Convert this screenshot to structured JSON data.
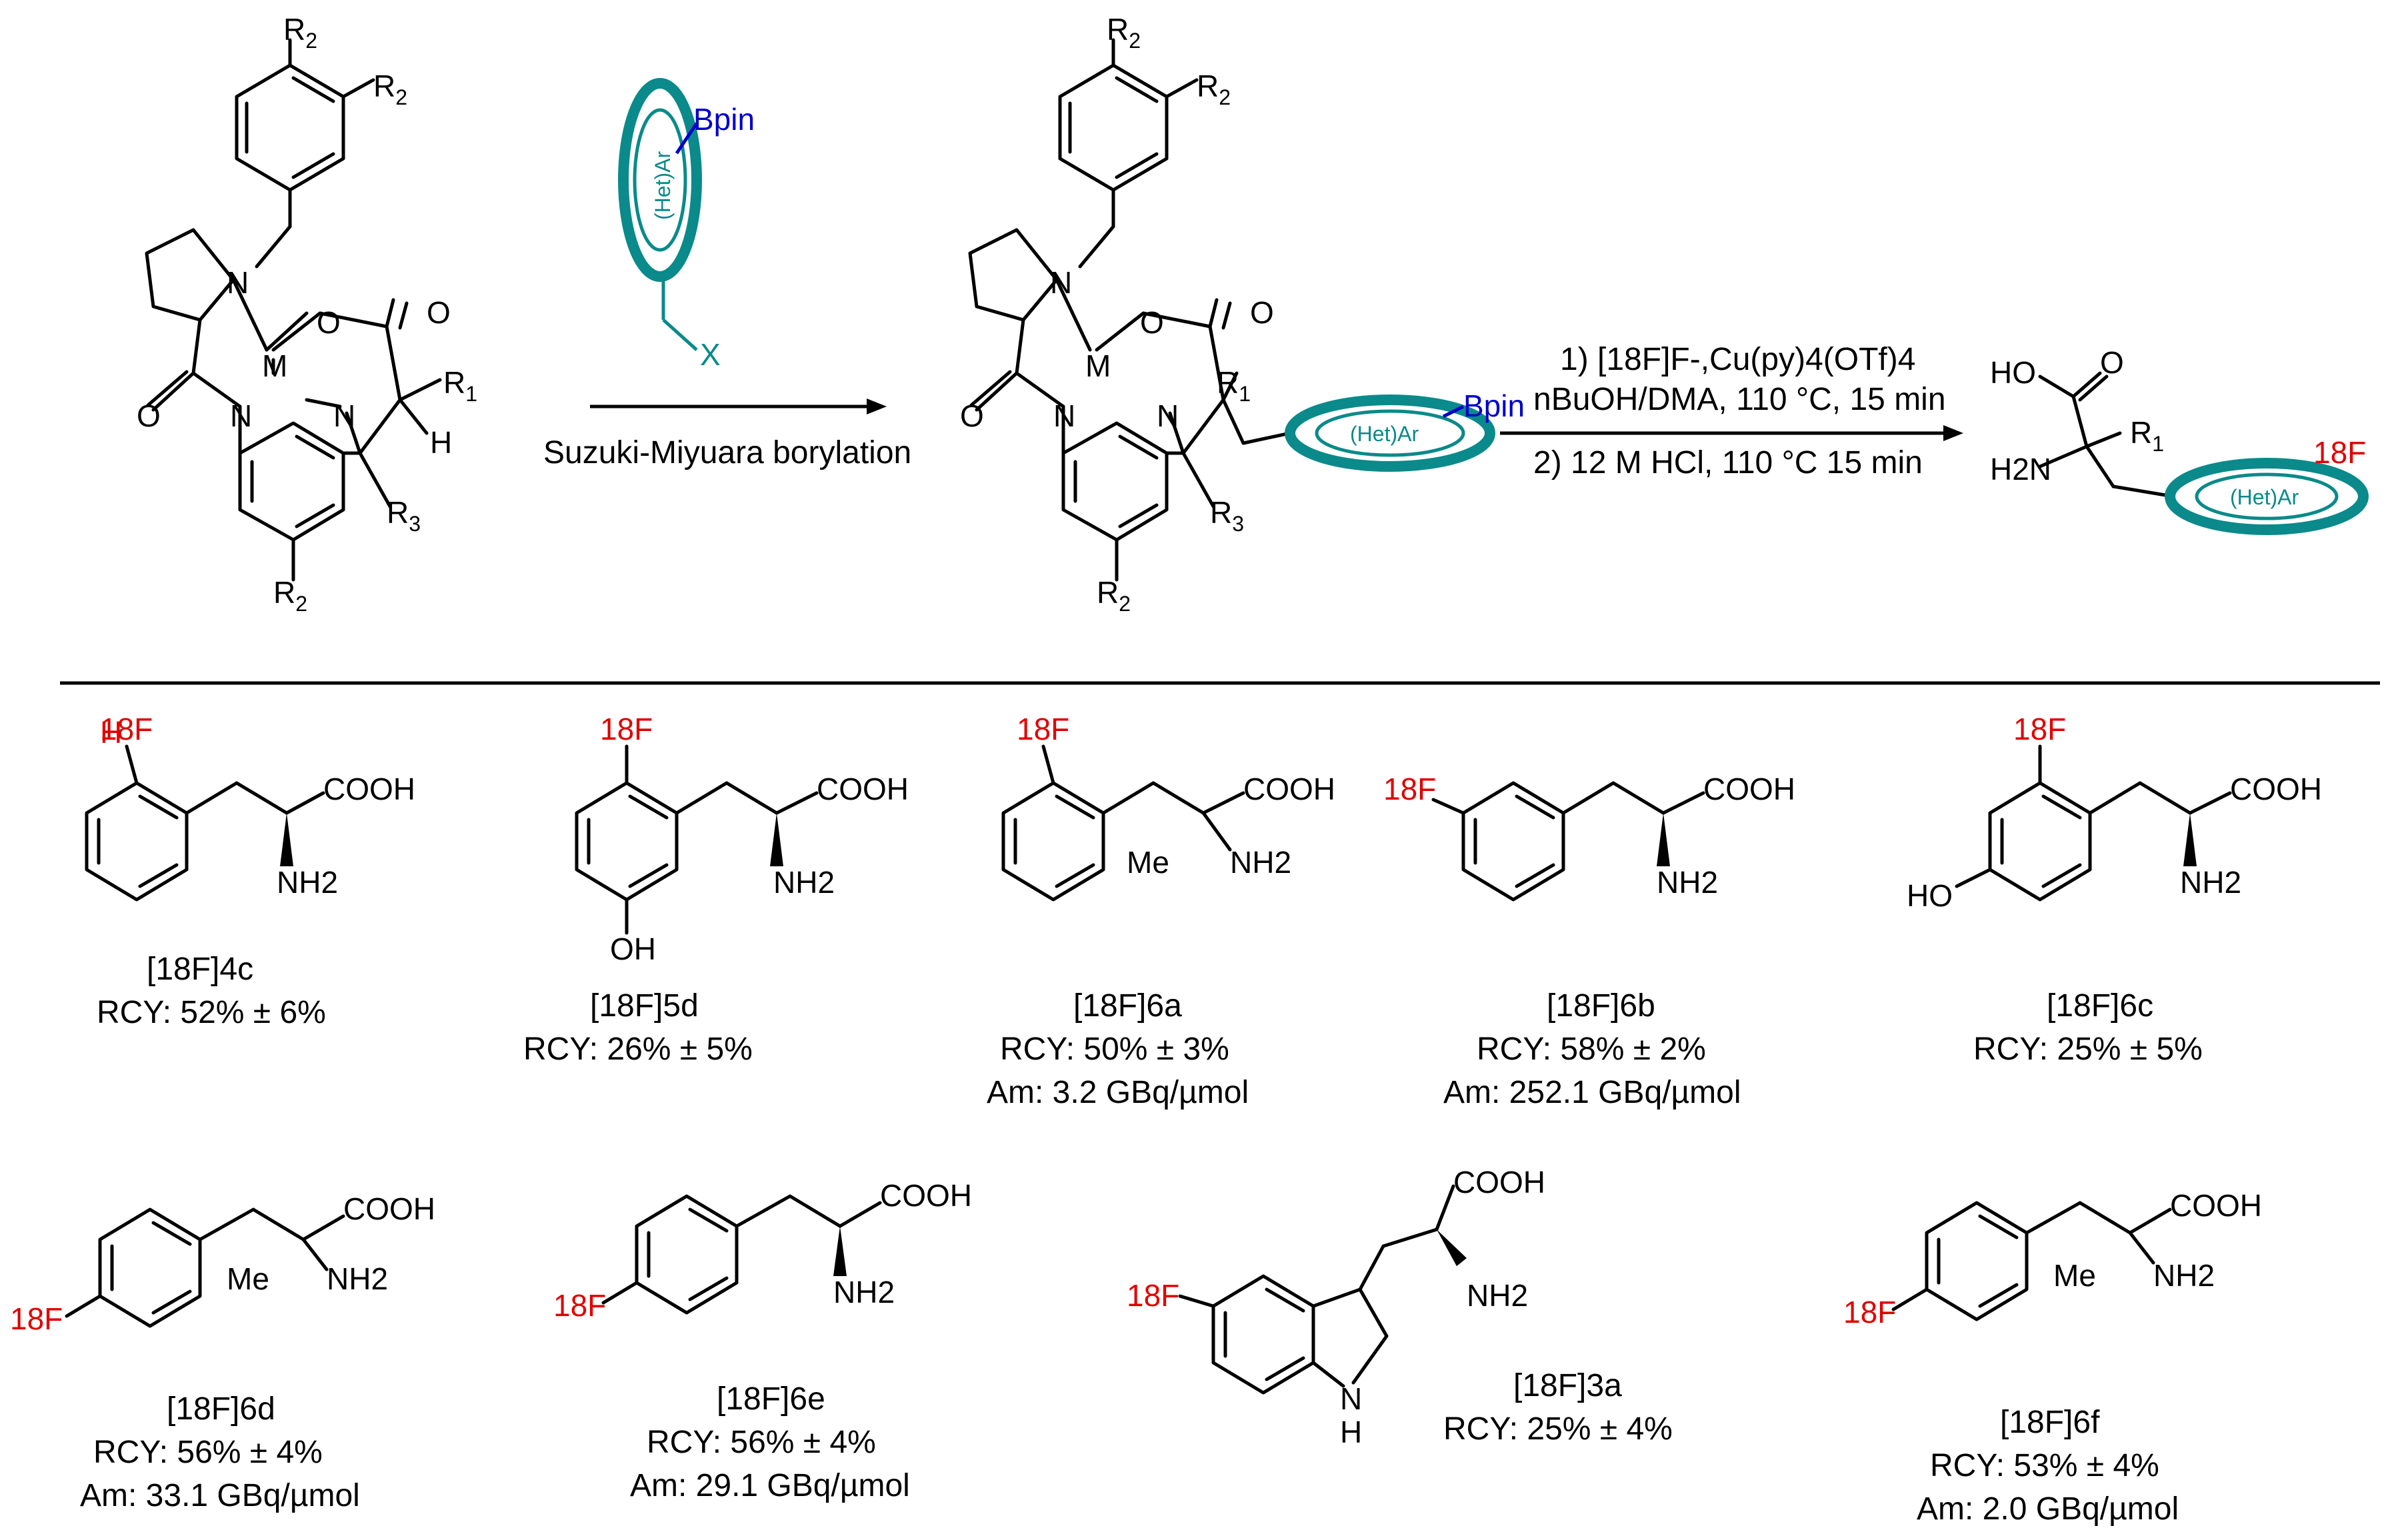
{
  "scheme": {
    "substituents": {
      "r1": "R",
      "r2": "R",
      "r3": "R",
      "r_sub1": "1",
      "r_sub2": "2",
      "r_sub3": "3"
    },
    "atoms": {
      "n": "N",
      "m": "M",
      "o": "O",
      "h": "H",
      "x": "X"
    },
    "boron": "Bpin",
    "hetar": "(Het)Ar",
    "step1_label": "Suzuki-Miyuara borylation",
    "step2_line1": "1) [18F]F-,Cu(py)4(OTf)4",
    "step2_line2": "nBuOH/DMA, 110 °C, 15 min",
    "step2_line3": "2) 12 M HCl, 110 °C 15 min",
    "product_groups": {
      "ho": "HO",
      "h2n": "H2N",
      "f18": "18F"
    }
  },
  "compounds": [
    {
      "id": "4c",
      "label": "[18F]4c",
      "rcy": "RCY: 52% ± 6%",
      "am": ""
    },
    {
      "id": "5d",
      "label": "[18F]5d",
      "rcy": "RCY: 26% ± 5%",
      "am": ""
    },
    {
      "id": "6a",
      "label": "[18F]6a",
      "rcy": "RCY: 50% ± 3%",
      "am": "Am: 3.2 GBq/µmol"
    },
    {
      "id": "6b",
      "label": "[18F]6b",
      "rcy": "RCY: 58% ± 2%",
      "am": "Am: 252.1 GBq/µmol"
    },
    {
      "id": "6c",
      "label": "[18F]6c",
      "rcy": "RCY: 25% ± 5%",
      "am": ""
    },
    {
      "id": "6d",
      "label": "[18F]6d",
      "rcy": "RCY: 56% ± 4%",
      "am": "Am: 33.1 GBq/µmol"
    },
    {
      "id": "6e",
      "label": "[18F]6e",
      "rcy": "RCY: 56% ± 4%",
      "am": "Am: 29.1 GBq/µmol"
    },
    {
      "id": "3a",
      "label": "[18F]3a",
      "rcy": "RCY: 25% ± 4%",
      "am": ""
    },
    {
      "id": "6f",
      "label": "[18F]6f",
      "rcy": "RCY: 53% ± 4%",
      "am": "Am: 2.0 GBq/µmol"
    }
  ],
  "groups": {
    "cooh": "COOH",
    "nh2": "NH2",
    "me": "Me",
    "oh": "OH",
    "ho": "HO",
    "nh": "H"
  }
}
